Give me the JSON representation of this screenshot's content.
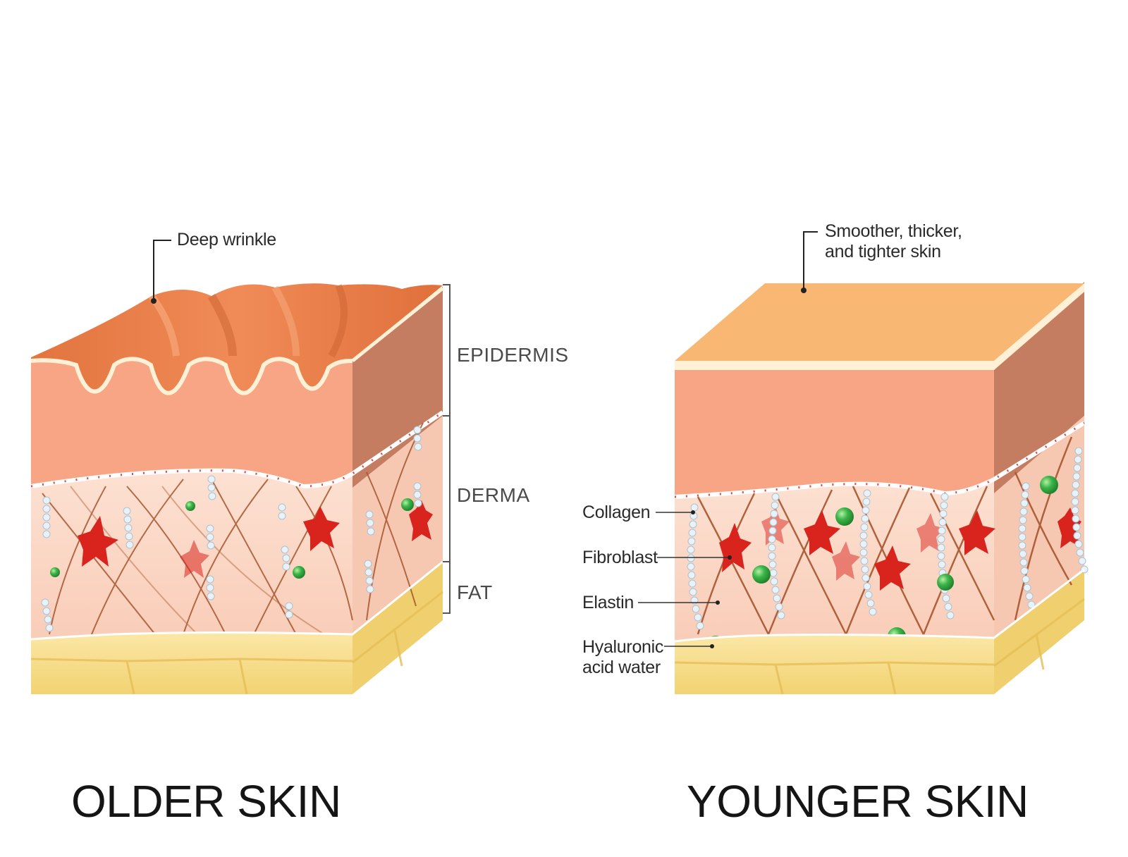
{
  "older": {
    "callout": "Deep wrinkle",
    "title": "OLDER SKIN"
  },
  "layers": {
    "epidermis": "EPIDERMIS",
    "derma": "DERMA",
    "fat": "FAT"
  },
  "younger": {
    "callout_line1": "Smoother, thicker,",
    "callout_line2": "and tighter skin",
    "title": "YOUNGER SKIN",
    "components": {
      "collagen": "Collagen",
      "fibroblast": "Fibroblast",
      "elastin": "Elastin",
      "hyaluronic_line1": "Hyaluronic",
      "hyaluronic_line2": "acid water"
    }
  },
  "colors": {
    "skin_top_old": "#e8834f",
    "skin_top_young": "#f8b874",
    "epidermis_front": "#f7a584",
    "epidermis_side": "#c57d62",
    "derma_front": "#fbd6c4",
    "fat": "#f6dc86",
    "fibroblast": "#d9241e",
    "fiber": "#a8552e",
    "hyaluronic": "#3bb549",
    "elastin_beads": "#e9f2f8"
  },
  "icons": [
    "fibroblast-cell-icon",
    "collagen-strand-icon",
    "hyaluronic-sphere-icon"
  ]
}
